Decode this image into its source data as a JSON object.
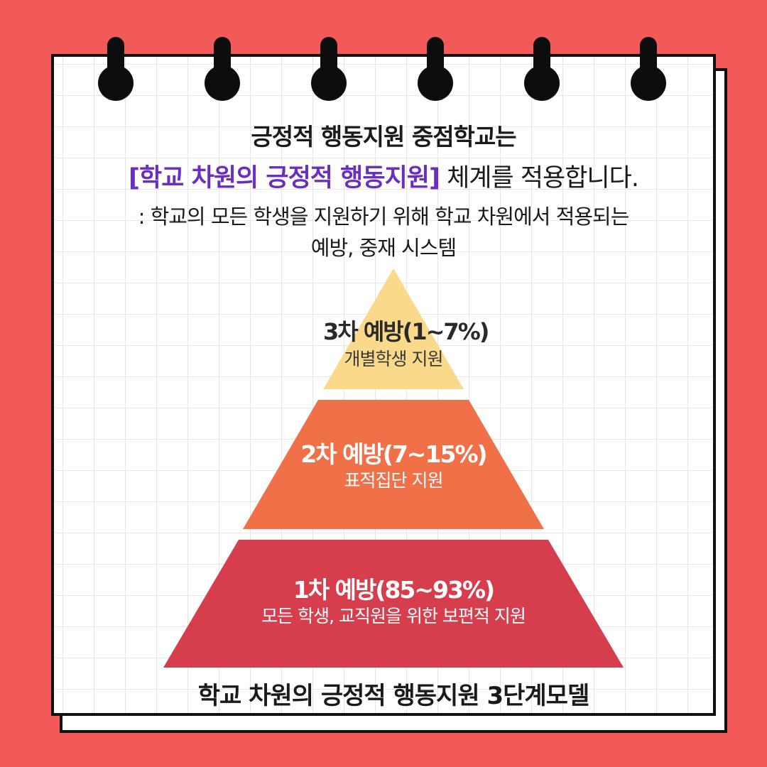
{
  "header": {
    "line1": "긍정적 행동지원 중점학교는",
    "line2_highlight": "[학교 차원의 긍정적 행동지원]",
    "line2_rest": " 체계를 적용합니다.",
    "line3": ": 학교의 모든 학생을 지원하기 위해 학교 차원에서 적용되는",
    "line4": "예방, 중재 시스템"
  },
  "pyramid": {
    "tiers": [
      {
        "title": "3차 예방(1~7%)",
        "subtitle": "개별학생 지원",
        "color": "#fad98a",
        "text_color": "#2a2a2a",
        "sub_color": "#3a3a3a"
      },
      {
        "title": "2차 예방(7~15%)",
        "subtitle": "표적집단 지원",
        "color": "#f07048",
        "text_color": "#ffffff",
        "sub_color": "#ffffff"
      },
      {
        "title": "1차 예방(85~93%)",
        "subtitle": "모든 학생, 교직원을 위한 보편적 지원",
        "color": "#d63d4d",
        "text_color": "#ffffff",
        "sub_color": "#ffffff"
      }
    ],
    "caption": "학교 차원의 긍정적 행동지원  3단계모델"
  },
  "colors": {
    "background": "#f25a5a",
    "highlight": "#6a2fc0"
  }
}
